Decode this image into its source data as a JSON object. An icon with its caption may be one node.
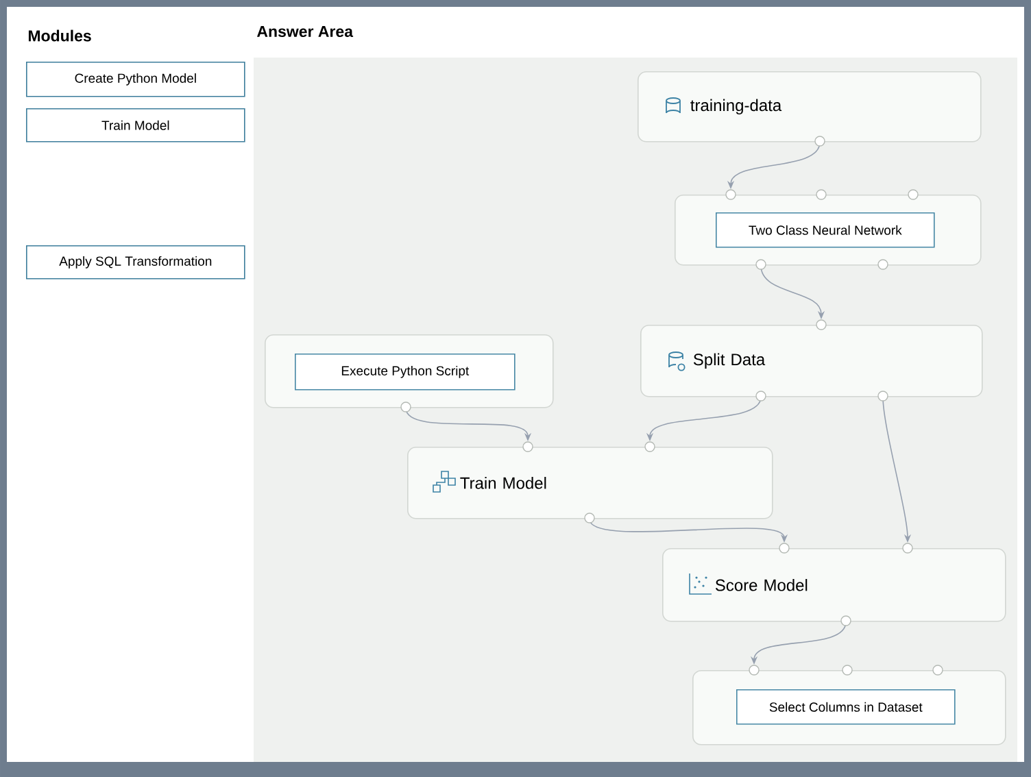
{
  "diagram": {
    "nodes": [
      {
        "text": [
          "Create Python Model"
        ]
      },
      {
        "text": [
          "Train Model"
        ]
      },
      {
        "text": [
          "Apply SQL Transformation"
        ]
      },
      {
        "text": [
          "training-data"
        ]
      },
      {
        "text": [],
        "shape": "box"
      },
      {
        "text": [
          "Two Class Neural Network"
        ],
        "in": 4
      },
      {
        "text": [],
        "shape": "box"
      },
      {
        "text": [
          "Execute Python Script"
        ],
        "in": 6
      },
      {
        "text": [
          "Split Data"
        ]
      },
      {
        "text": [
          "Train Model"
        ]
      },
      {
        "text": [
          "Score Model"
        ]
      },
      {
        "text": [],
        "shape": "box"
      },
      {
        "text": [
          "Select Columns in Dataset"
        ],
        "in": 11
      }
    ],
    "edges": [
      {
        "from": 3,
        "to": 4,
        "arrow": "to"
      },
      {
        "from": 4,
        "to": 8,
        "arrow": "to"
      },
      {
        "from": 8,
        "to": 9,
        "arrow": "to"
      },
      {
        "from": 6,
        "to": 9,
        "arrow": "to"
      },
      {
        "from": 8,
        "to": 10,
        "arrow": "to"
      },
      {
        "from": 9,
        "to": 10,
        "arrow": "to"
      },
      {
        "from": 10,
        "to": 11,
        "arrow": "to"
      }
    ],
    "labels": [
      "Modules",
      "Answer Area"
    ]
  }
}
